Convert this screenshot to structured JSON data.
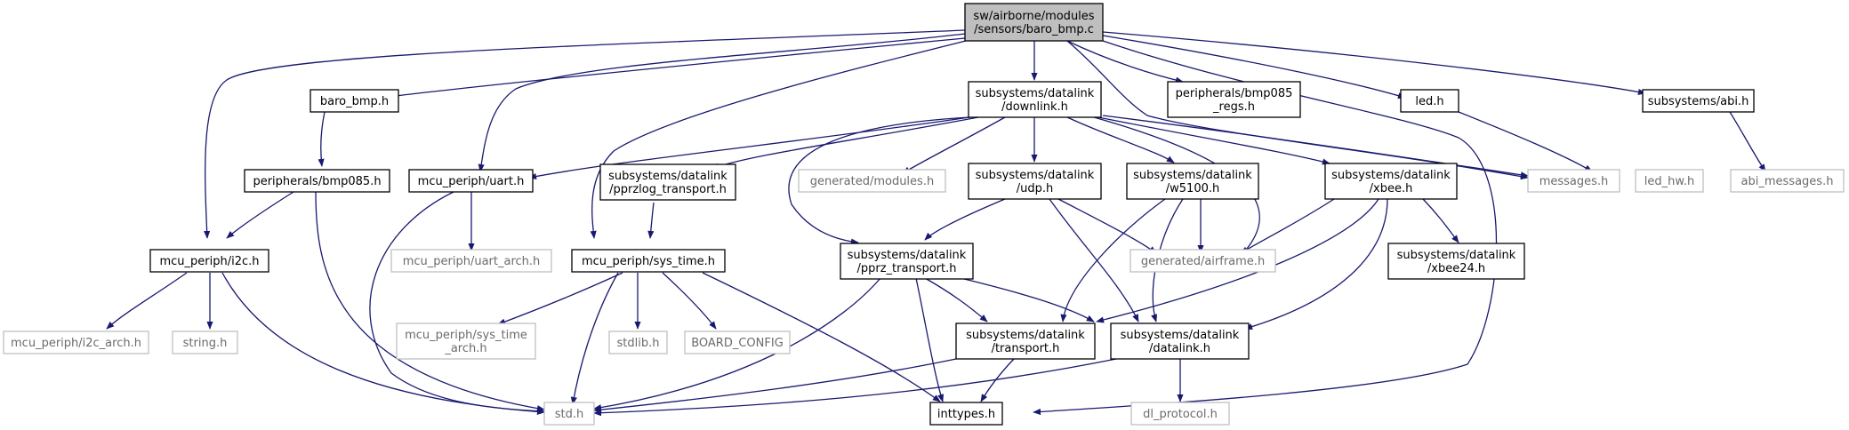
{
  "colors": {
    "edge": "#191970",
    "root_fill": "#bfbfbf",
    "border": "#000000",
    "external_border": "#bfbfbf",
    "external_text": "#6b6b6b"
  },
  "nodes": {
    "root": [
      "sw/airborne/modules",
      "/sensors/baro_bmp.c"
    ],
    "baro_bmp_h": [
      "baro_bmp.h"
    ],
    "downlink_h": [
      "subsystems/datalink",
      "/downlink.h"
    ],
    "bmp085_regs_h": [
      "peripherals/bmp085",
      "_regs.h"
    ],
    "led_h": [
      "led.h"
    ],
    "abi_h": [
      "subsystems/abi.h"
    ],
    "bmp085_h": [
      "peripherals/bmp085.h"
    ],
    "uart_h": [
      "mcu_periph/uart.h"
    ],
    "pprzlog_transport_h": [
      "subsystems/datalink",
      "/pprzlog_transport.h"
    ],
    "generated_modules_h": [
      "generated/modules.h"
    ],
    "udp_h": [
      "subsystems/datalink",
      "/udp.h"
    ],
    "w5100_h": [
      "subsystems/datalink",
      "/w5100.h"
    ],
    "xbee_h": [
      "subsystems/datalink",
      "/xbee.h"
    ],
    "messages_h": [
      "messages.h"
    ],
    "led_hw_h": [
      "led_hw.h"
    ],
    "abi_messages_h": [
      "abi_messages.h"
    ],
    "i2c_h": [
      "mcu_periph/i2c.h"
    ],
    "uart_arch_h": [
      "mcu_periph/uart_arch.h"
    ],
    "sys_time_h": [
      "mcu_periph/sys_time.h"
    ],
    "pprz_transport_h": [
      "subsystems/datalink",
      "/pprz_transport.h"
    ],
    "generated_airframe_h": [
      "generated/airframe.h"
    ],
    "xbee24_h": [
      "subsystems/datalink",
      "/xbee24.h"
    ],
    "i2c_arch_h": [
      "mcu_periph/i2c_arch.h"
    ],
    "string_h": [
      "string.h"
    ],
    "sys_time_arch_h": [
      "mcu_periph/sys_time",
      "_arch.h"
    ],
    "stdlib_h": [
      "stdlib.h"
    ],
    "board_config": [
      "BOARD_CONFIG"
    ],
    "transport_h": [
      "subsystems/datalink",
      "/transport.h"
    ],
    "datalink_h": [
      "subsystems/datalink",
      "/datalink.h"
    ],
    "std_h": [
      "std.h"
    ],
    "inttypes_h": [
      "inttypes.h"
    ],
    "dl_protocol_h": [
      "dl_protocol.h"
    ]
  }
}
